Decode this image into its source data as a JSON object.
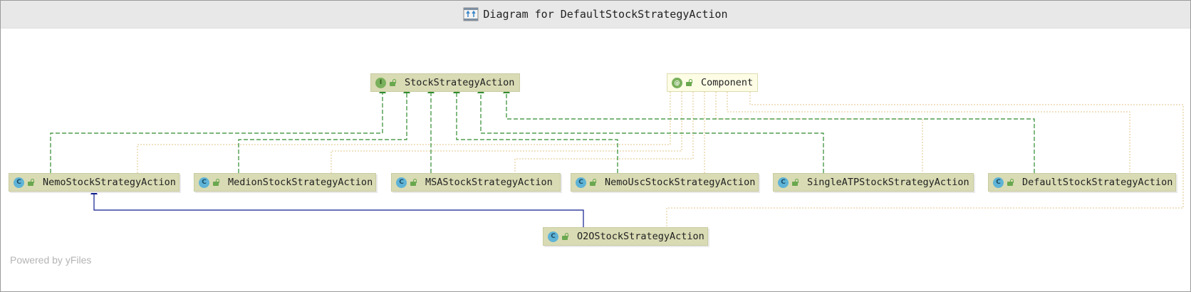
{
  "window": {
    "title": "Diagram for DefaultStockStrategyAction",
    "title_icon": "diagram-icon"
  },
  "nodes": {
    "stock_strategy_action": {
      "label": "StockStrategyAction",
      "kind": "interface",
      "badge": "I"
    },
    "component": {
      "label": "Component",
      "kind": "annotation",
      "badge": "@"
    },
    "nemo_stock": {
      "label": "NemoStockStrategyAction",
      "kind": "class",
      "badge": "C"
    },
    "medion_stock": {
      "label": "MedionStockStrategyAction",
      "kind": "class",
      "badge": "C"
    },
    "msa_stock": {
      "label": "MSAStockStrategyAction",
      "kind": "class",
      "badge": "C"
    },
    "nemo_usc_stock": {
      "label": "NemoUscStockStrategyAction",
      "kind": "class",
      "badge": "C"
    },
    "single_atp_stock": {
      "label": "SingleATPStockStrategyAction",
      "kind": "class",
      "badge": "C"
    },
    "default_stock": {
      "label": "DefaultStockStrategyAction",
      "kind": "class",
      "badge": "C"
    },
    "o2o_stock": {
      "label": "O2OStockStrategyAction",
      "kind": "class",
      "badge": "C"
    }
  },
  "edges": {
    "implements": [
      "nemo_stock",
      "medion_stock",
      "msa_stock",
      "nemo_usc_stock",
      "single_atp_stock",
      "default_stock"
    ],
    "extends": [
      [
        "o2o_stock",
        "nemo_stock"
      ]
    ],
    "annotated_by_component": [
      "nemo_stock",
      "medion_stock",
      "msa_stock",
      "nemo_usc_stock",
      "single_atp_stock",
      "default_stock",
      "o2o_stock"
    ]
  },
  "colors": {
    "implements_edge": "#2e8b2e",
    "extends_edge": "#0f1f8c",
    "annotation_edge": "#e0c48a",
    "class_fill": "#d9dbb4",
    "annotation_fill": "#fdfde6"
  },
  "footer": {
    "powered_by": "Powered by yFiles"
  }
}
